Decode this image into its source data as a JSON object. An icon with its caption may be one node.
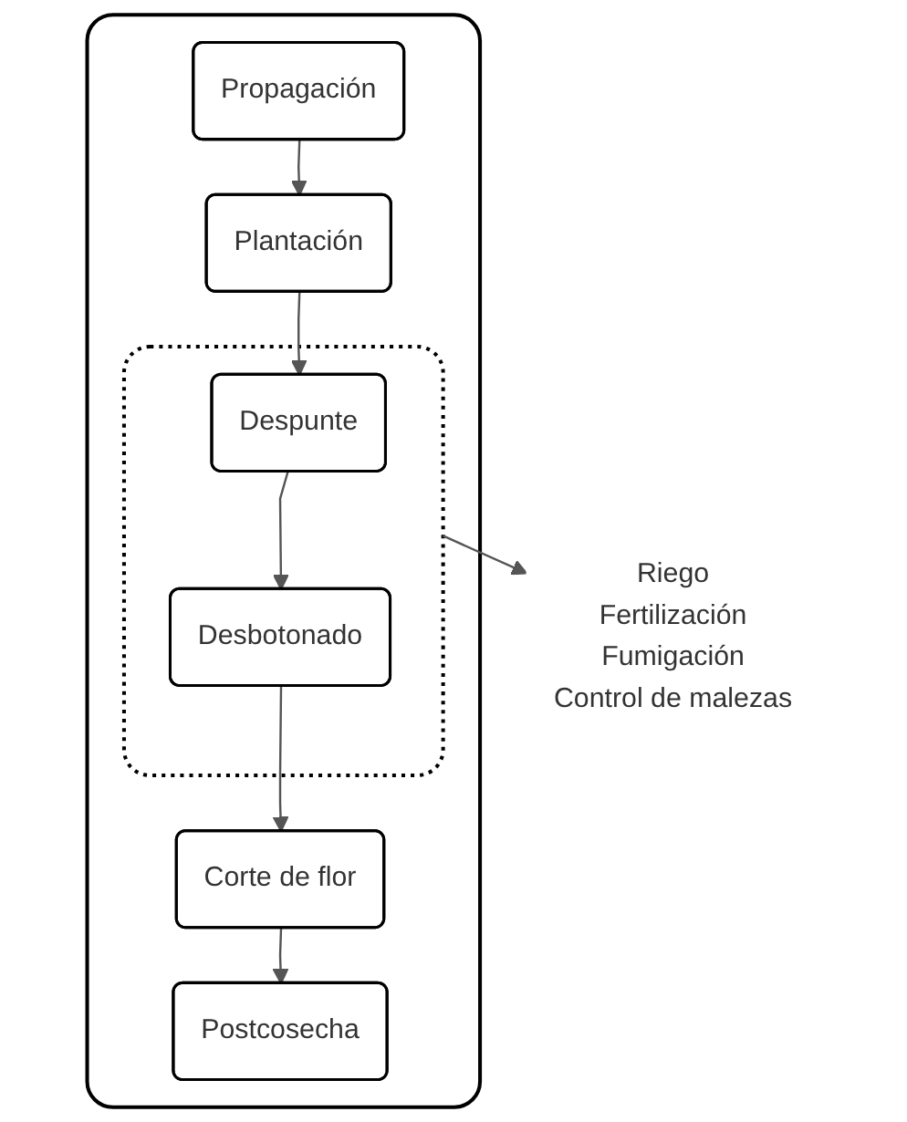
{
  "diagram": {
    "nodes": [
      {
        "text": [],
        "shape": "box"
      },
      {
        "text": [
          "Propagación"
        ],
        "in": 0
      },
      {
        "text": [
          "Plantación"
        ],
        "in": 0
      },
      {
        "text": [],
        "shape": "box",
        "in": 0
      },
      {
        "text": [
          "Despunte"
        ],
        "in": 3
      },
      {
        "text": [
          "Desbotonado"
        ],
        "in": 3
      },
      {
        "text": [
          "Corte de flor"
        ],
        "in": 0
      },
      {
        "text": [
          "Postcosecha"
        ],
        "in": 0
      },
      {
        "text": [
          "Riego",
          "Fertilización",
          "Fumigación",
          "Control de malezas"
        ]
      }
    ],
    "edges": [
      {
        "from": 1,
        "to": 2,
        "arrow": "to"
      },
      {
        "from": 2,
        "to": 4,
        "arrow": "to"
      },
      {
        "from": 4,
        "to": 5,
        "arrow": "to"
      },
      {
        "from": 5,
        "to": 6,
        "arrow": "to"
      },
      {
        "from": 6,
        "to": 7,
        "arrow": "to"
      },
      {
        "from": 3,
        "to": 8,
        "arrow": "to"
      }
    ]
  }
}
